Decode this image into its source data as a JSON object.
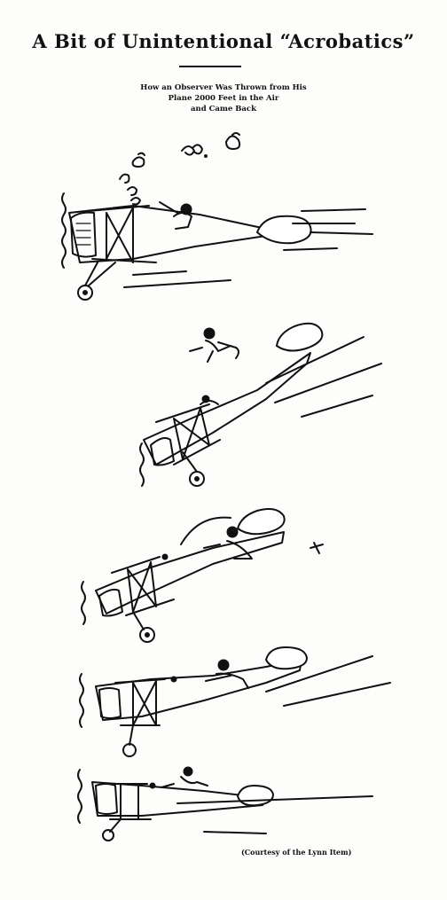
{
  "article": {
    "title": "A Bit of Unintentional “Acrobatics”",
    "subtitle_lines": [
      "How an Observer Was Thrown from His",
      "Plane 2000 Feet in the Air",
      "and Came Back"
    ],
    "credit": "(Courtesy of the Lynn Item)"
  },
  "illustration": {
    "panels": [
      {
        "scene": "observer-climbs-out"
      },
      {
        "scene": "observer-thrown-off"
      },
      {
        "scene": "observer-catches-fuselage"
      },
      {
        "scene": "observer-crawls-back"
      },
      {
        "scene": "observer-returns-to-seat"
      }
    ]
  }
}
